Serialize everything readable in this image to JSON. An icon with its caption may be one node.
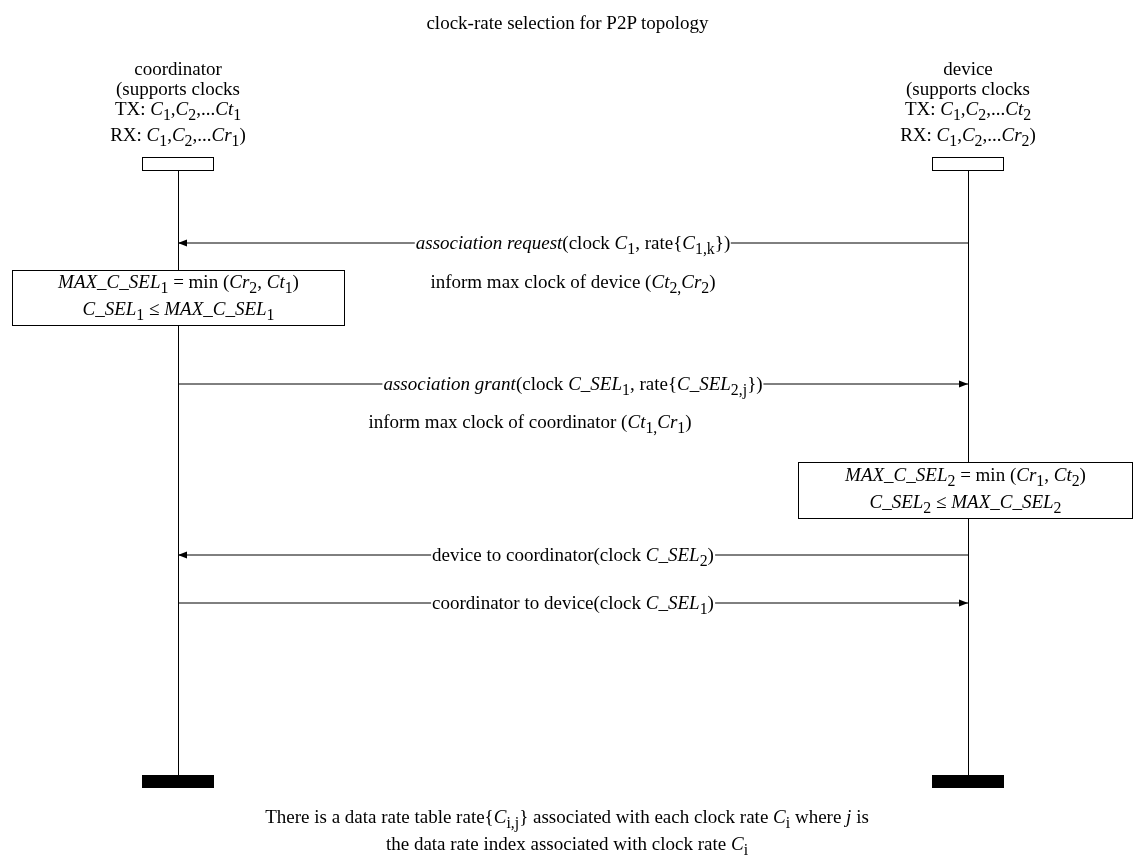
{
  "diagram": {
    "title": "clock-rate selection for P2P topology",
    "caption": "There is a data rate table rate{*C*$_{i,j}$} associated with each clock rate *C*$_{i}$ where *j* is the data rate index associated with clock rate *C*$_{i}$",
    "nodes": [
      {
        "text": [
          "coordinator",
          "(supports clocks TX: *C*$_{1}$,*C*$_{2}$,...*Ct*$_{1}$ RX: *C*$_{1}$,*C*$_{2}$,...*Cr*$_{1}$)"
        ]
      },
      {
        "text": [
          "device",
          "(supports clocks TX: *C*$_{1}$,*C*$_{2}$,...*Ct*$_{2}$ RX: *C*$_{1}$,*C*$_{2}$,...*Cr*$_{2}$)"
        ]
      },
      {
        "text": [
          "*MAX_C_SEL*$_{1}$ = min (*Cr*$_{2}$, *Ct*$_{1}$)",
          "*C_SEL*$_{1}$ ≤ *MAX_C_SEL*$_{1}$"
        ]
      },
      {
        "text": [
          "*MAX_C_SEL*$_{2}$ = min (*Cr*$_{1}$, *Ct*$_{2}$)",
          "*C_SEL*$_{2}$ ≤ *MAX_C_SEL*$_{2}$"
        ]
      }
    ],
    "edges": [
      {
        "from": 1,
        "to": 0,
        "arrow": "to",
        "label": "*association request*(clock *C*$_{1}$, rate{*C*$_{1,k}$})"
      },
      {
        "from": 0,
        "to": 1,
        "arrow": "to",
        "label": "*association grant*(clock *C_SEL*$_{1}$, rate{*C_SEL*$_{2,j}$})"
      },
      {
        "from": 1,
        "to": 0,
        "arrow": "to",
        "label": "device to coordinator(clock *C_SEL*$_{2}$)"
      },
      {
        "from": 0,
        "to": 1,
        "arrow": "to",
        "label": "coordinator to device(clock *C_SEL*$_{1}$)"
      }
    ],
    "labels": [
      "inform max clock of device (*Ct*$_{2,}$*Cr*$_{2}$)",
      "inform max clock of coordinator (*Ct*$_{1,}$*Cr*$_{1}$)"
    ]
  }
}
